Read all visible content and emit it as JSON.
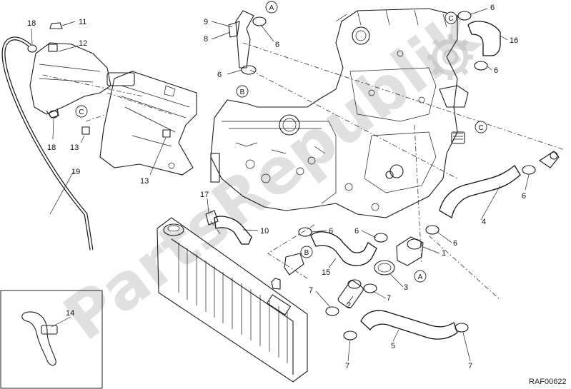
{
  "watermark": {
    "text": "PartsRepublik",
    "logo_icon": "gear-icon"
  },
  "reference_code": "RAF00622",
  "callout_letters": {
    "a": "A",
    "b": "B",
    "c": "C"
  },
  "labels": {
    "l1": "1",
    "l2": "2",
    "l3": "3",
    "l4": "4",
    "l5": "5",
    "l6": "6",
    "l7": "7",
    "l8": "8",
    "l9": "9",
    "l10": "10",
    "l11": "11",
    "l12": "12",
    "l13": "13",
    "l14": "14",
    "l15": "15",
    "l16": "16",
    "l17": "17",
    "l18": "18",
    "l19": "19"
  },
  "colors": {
    "line": "#1a1a1a",
    "watermark": "#d6d6d6"
  }
}
